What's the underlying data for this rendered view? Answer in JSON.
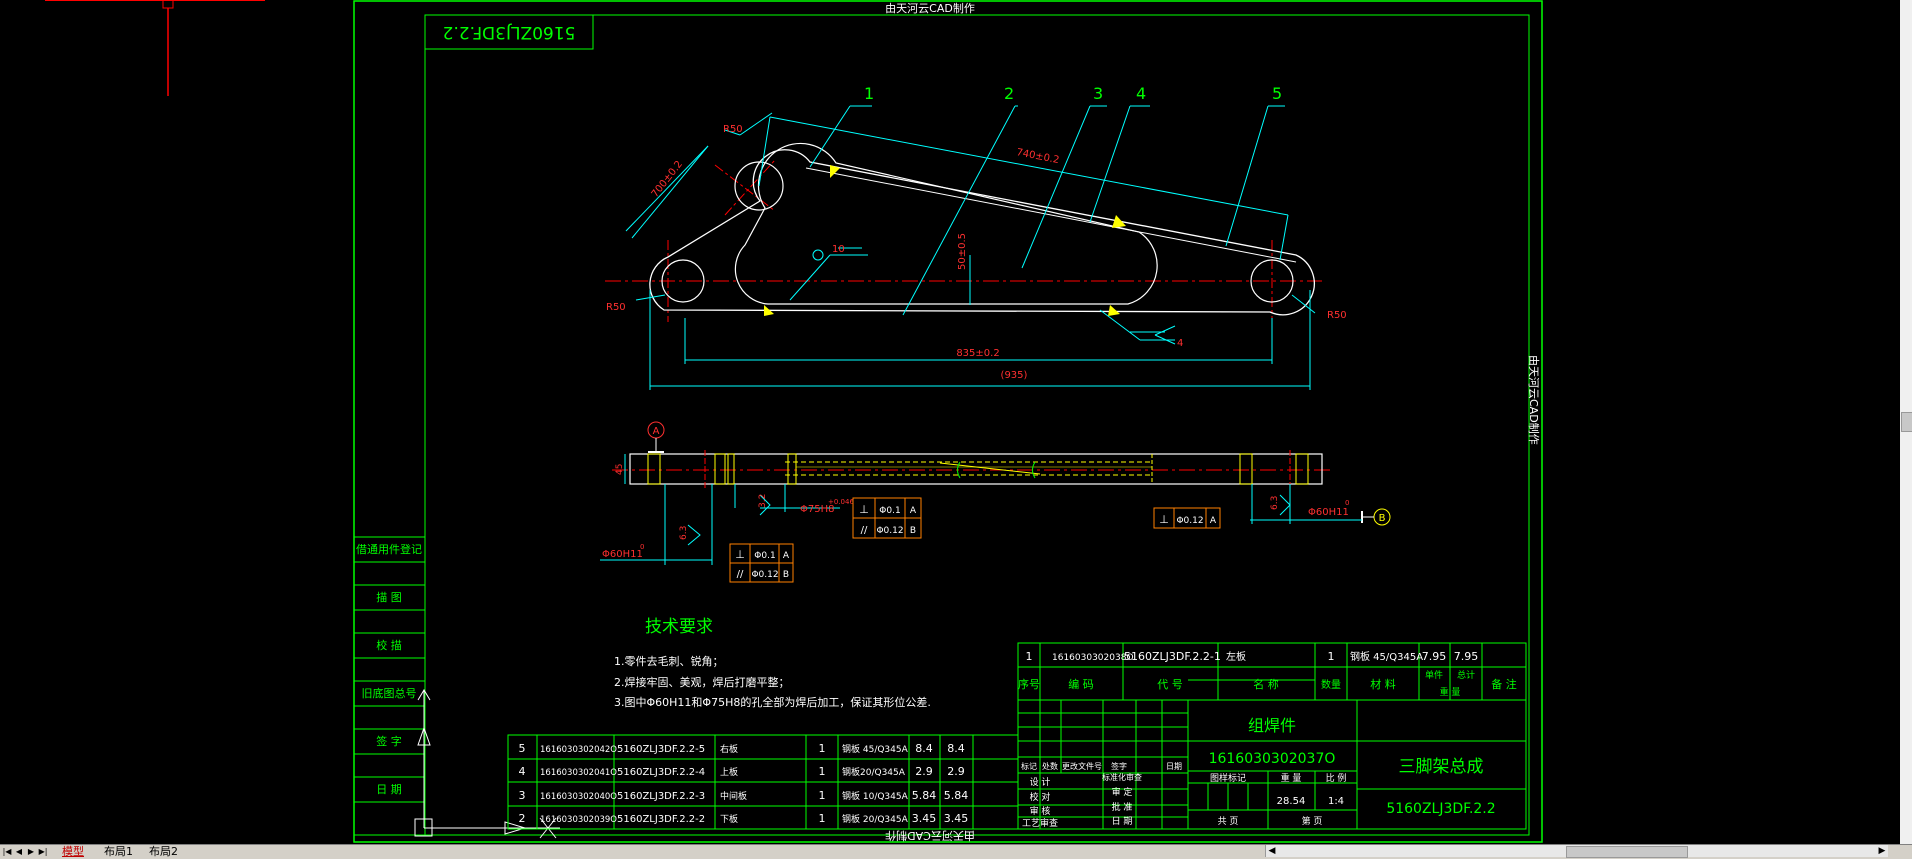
{
  "drawing": {
    "banner_top": "由天河云CAD制作",
    "banner_bottom": "由天河云CAD制作",
    "banner_side": "由天河云CAD制作",
    "code_box": "5160ZLJ3DF.2.2",
    "balloons": [
      "1",
      "2",
      "3",
      "4",
      "5"
    ],
    "dims": {
      "r50_a": "R50",
      "r50_b": "R50",
      "r50_c": "R50",
      "d700": "700±0.2",
      "d740": "740±0.2",
      "d50": "50±0.5",
      "d835": "835±0.2",
      "d935": "(935)",
      "weld10": "10",
      "weld4": "4",
      "d45": "45",
      "d32": "3.2",
      "d63a": "6.3",
      "d63b": "6.3",
      "phi75": "Φ75H8",
      "phi60a": "Φ60H11",
      "phi60b": "Φ60H11",
      "tol_plus": "+0.046",
      "tol_zero": "0"
    },
    "datums": {
      "a": "A",
      "b": "B"
    },
    "tolerances": {
      "t1": {
        "sym": "⊥",
        "val": "Φ0.1",
        "ref": "A"
      },
      "t2": {
        "sym": "//",
        "val": "Φ0.12",
        "ref": "B"
      },
      "t3": {
        "sym": "⊥",
        "val": "Φ0.1",
        "ref": "A"
      },
      "t4": {
        "sym": "//",
        "val": "Φ0.12",
        "ref": "B"
      },
      "t5": {
        "sym": "⊥",
        "val": "Φ0.12",
        "ref": "A"
      }
    },
    "tech": {
      "title": "技术要求",
      "items": [
        "1.零件去毛刺、锐角；",
        "2.焊接牢固、美观，焊后打磨平整；",
        "3.图中Φ60H11和Φ75H8的孔全部为焊后加工，保证其形位公差."
      ]
    },
    "left_labels": [
      "借通用件登记",
      "描 图",
      "校 描",
      "旧底图总号",
      "签 字",
      "日 期"
    ],
    "bom_upper": {
      "row": [
        "1",
        "1616030302038O",
        "5160ZLJ3DF.2.2-1",
        "左板",
        "1",
        "钢板 45/Q345A",
        "7.95",
        "7.95",
        ""
      ],
      "header": [
        "序号",
        "编 码",
        "代 号",
        "名 称",
        "数量",
        "材 料",
        "单件",
        "总计",
        "备 注"
      ],
      "weight": "重 量"
    },
    "bom_lower": [
      [
        "5",
        "1616030302042O",
        "5160ZLJ3DF.2.2-5",
        "右板",
        "1",
        "钢板 45/Q345A",
        "8.4",
        "8.4"
      ],
      [
        "4",
        "1616030302041O",
        "5160ZLJ3DF.2.2-4",
        "上板",
        "1",
        "钢板20/Q345A",
        "2.9",
        "2.9"
      ],
      [
        "3",
        "1616030302040O",
        "5160ZLJ3DF.2.2-3",
        "中间板",
        "1",
        "钢板 10/Q345A",
        "5.84",
        "5.84"
      ],
      [
        "2",
        "1616030302039O",
        "5160ZLJ3DF.2.2-2",
        "下板",
        "1",
        "钢板 20/Q345A",
        "3.45",
        "3.45"
      ]
    ],
    "title_block": {
      "kind": "组焊件",
      "code": "1616030302037O",
      "name": "三脚架总成",
      "drawing_no": "5160ZLJ3DF.2.2",
      "weight": "28.54",
      "scale": "1:4",
      "stage_label": "图样标记",
      "weight_label": "重 量",
      "scale_label": "比 例",
      "sheet_label": "共 页",
      "page_label": "第 页",
      "roles": [
        "设 计",
        "校 对",
        "审 核",
        "工艺审查"
      ],
      "right_roles": [
        "标准化审查",
        "审 定",
        "批 准",
        "日 期"
      ],
      "change_head": [
        "标记",
        "处数",
        "更改文件号",
        "签字",
        "日期"
      ]
    }
  },
  "tabs": [
    "模型",
    "布局1",
    "布局2"
  ],
  "colors": {
    "frame": "#00ff00",
    "dim": "#00ffff",
    "outline": "#ffffff",
    "center": "#ff0000",
    "weld": "#ffff00",
    "tol": "#ff8000"
  }
}
